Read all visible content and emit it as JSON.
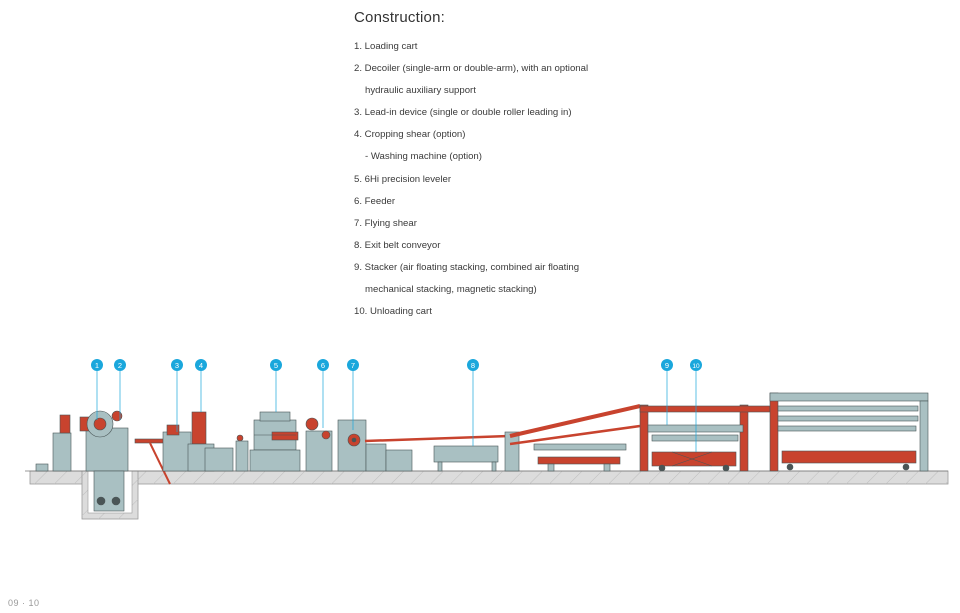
{
  "title": "Construction:",
  "items": [
    "1. Loading cart",
    "2. Decoiler (single-arm or double-arm), with an optional",
    "hydraulic auxiliary support",
    "3. Lead-in device (single or double roller leading in)",
    "4. Cropping shear (option)",
    "- Washing machine (option)",
    "5. 6Hi precision leveler",
    "6. Feeder",
    "7. Flying shear",
    "8. Exit belt conveyor",
    "9. Stacker (air floating stacking, combined air floating",
    "mechanical stacking, magnetic stacking)",
    "10. Unloading cart"
  ],
  "callouts": [
    "1",
    "2",
    "3",
    "4",
    "5",
    "6",
    "7",
    "8",
    "9",
    "10"
  ],
  "page_number": "09 · 10",
  "colors": {
    "machine_grey": "#a9c0c2",
    "machine_red": "#c8432e",
    "callout_blue": "#1aa7dc",
    "outline": "#4a5556",
    "ground": "#d9d9d9"
  }
}
